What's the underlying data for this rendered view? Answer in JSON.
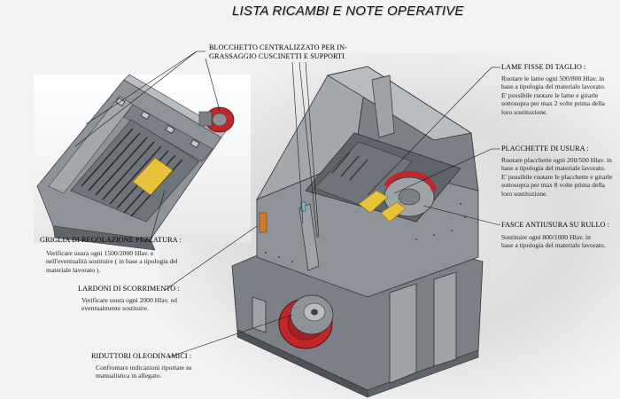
{
  "title": "LISTA RICAMBI E NOTE OPERATIVE",
  "callouts": {
    "blocchetto": {
      "heading": "BLOCCHETTO CENTRALIZZATO PER IN-\nGRASSAGGIO CUSCINETTI E SUPPORTI"
    },
    "lame": {
      "heading": "LAME FISSE DI TAGLIO :",
      "text": "Ruotare le lame ogni 500/800 Hlav. in\nbase a tipologia del materiale lavorato.\nE' possibile ruotare le lame e girarle\nsottosopra per max 2 volte prima della\nloro sostituzione."
    },
    "placchette": {
      "heading": "PLACCHETTE  DI  USURA :",
      "text": "Ruotare placchette ogni 200/500 Hlav. in\nbase a tipologia del materiale lavorato.\nE' possibile ruotare le placchette e girarle\nsottosopra per max 8 volte prima della\nloro sostituzione."
    },
    "fasce": {
      "heading": "FASCE ANTIUSURA SU RULLO :",
      "text": "Sostituire ogni 800/1000 Hlav. in\nbase a tipologia del materiale lavorato."
    },
    "griglia": {
      "heading": "GRIGLIA DI REGOLAZIONE PEZZATURA :",
      "text": "Verificare usura ogni 1500/2000 Hlav. e\nnell'eventualità sostituire ( in base a tipologia del\nmateriale lavorato )."
    },
    "lardoni": {
      "heading": "LARDONI DI SCORRIMENTO :",
      "text": "Verificare usura ogni 2000 Hlav. ed\neventualmente sostituire."
    },
    "riduttori": {
      "heading": "RIDUTTORI OLEODINAMICI :",
      "text": "Confrontare indicazioni riportate su\nmanualistica in allegato."
    }
  },
  "colors": {
    "machine": "#8e9399",
    "machine_dark": "#5f646a",
    "machine_light": "#b9bdc2",
    "accent_red": "#c0262a",
    "accent_yellow": "#e8c23a",
    "leader": "#1a1a1a"
  }
}
